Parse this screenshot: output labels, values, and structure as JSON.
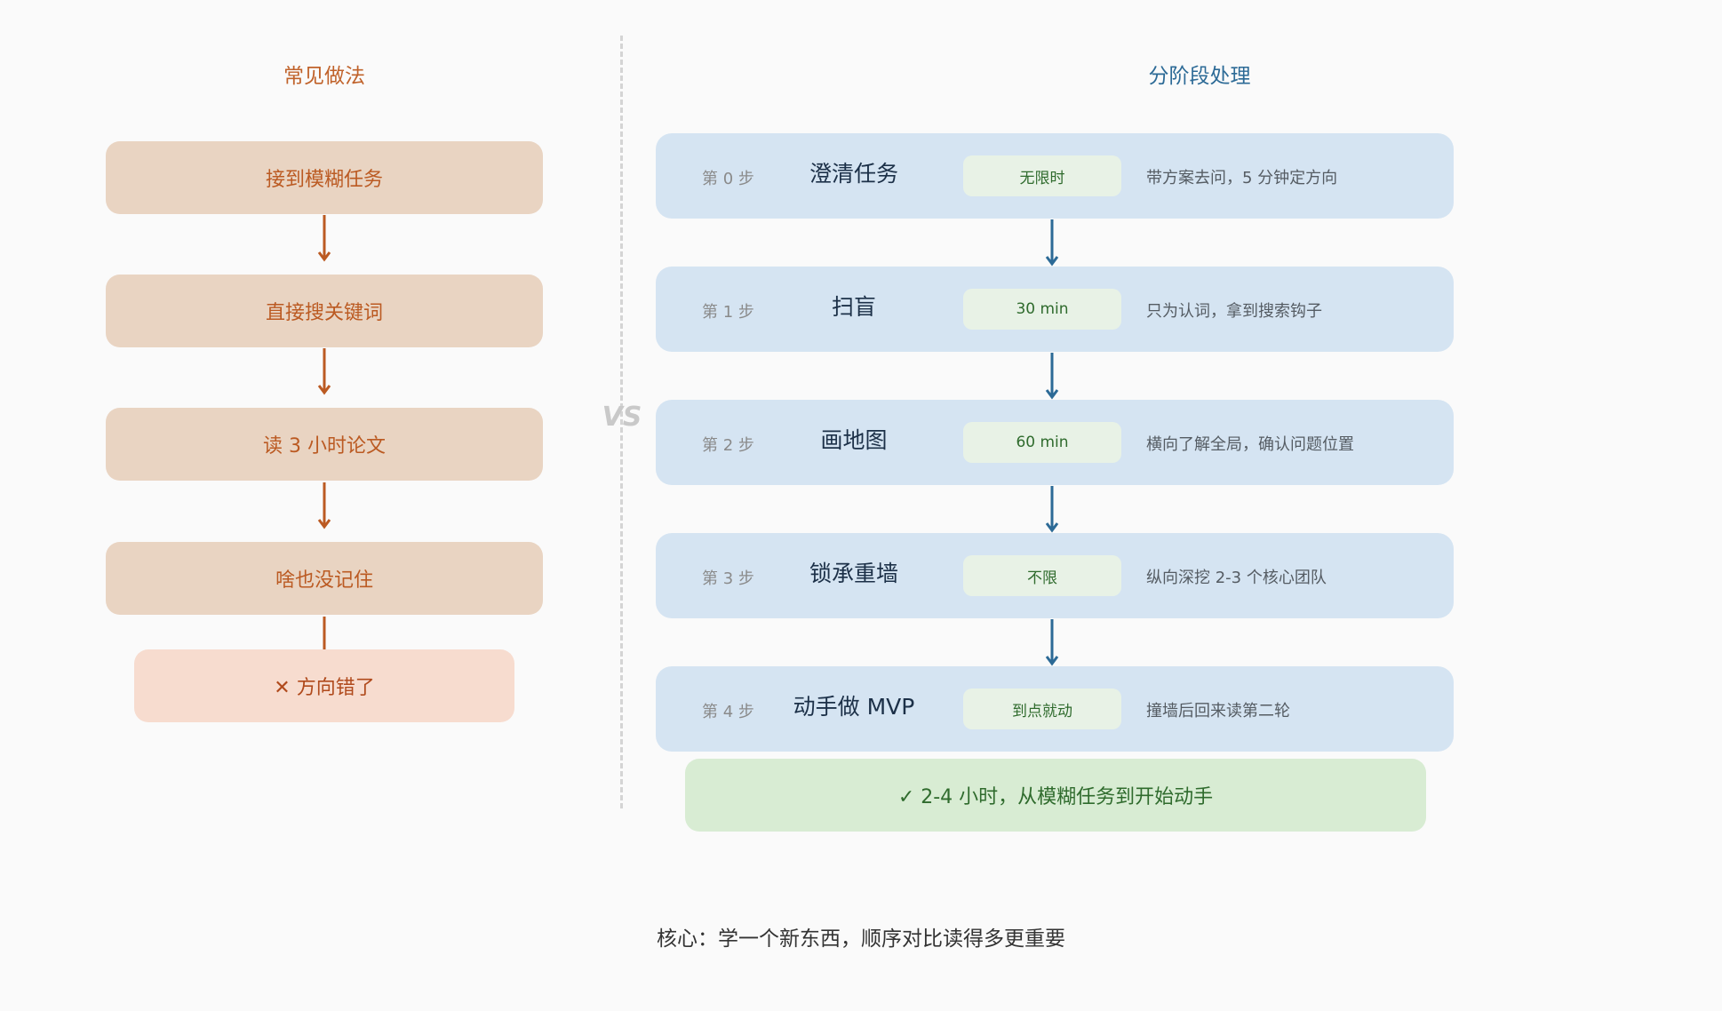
{
  "left": {
    "title": "常见做法",
    "steps": [
      "接到模糊任务",
      "直接搜关键词",
      "读 3 小时论文",
      "啥也没记住"
    ],
    "final": "✕ 方向错了"
  },
  "vs_label": "VS",
  "right": {
    "title": "分阶段处理",
    "steps": [
      {
        "num": "第 0 步",
        "name": "澄清任务",
        "time": "无限时",
        "desc": "带方案去问，5 分钟定方向"
      },
      {
        "num": "第 1 步",
        "name": "扫盲",
        "time": "30 min",
        "desc": "只为认词，拿到搜索钩子"
      },
      {
        "num": "第 2 步",
        "name": "画地图",
        "time": "60 min",
        "desc": "横向了解全局，确认问题位置"
      },
      {
        "num": "第 3 步",
        "name": "锁承重墙",
        "time": "不限",
        "desc": "纵向深挖 2-3 个核心团队"
      },
      {
        "num": "第 4 步",
        "name": "动手做 MVP",
        "time": "到点就动",
        "desc": "撞墙后回来读第二轮"
      }
    ],
    "result": "✓  2-4 小时，从模糊任务到开始动手"
  },
  "footer": "核心：学一个新东西，顺序对比读得多更重要",
  "colors": {
    "left_accent": "#bb5a22",
    "right_accent": "#2c6a96",
    "left_box": "#e9d4c2",
    "right_box": "#d5e4f2",
    "pill": "#e8f2e6",
    "result_box": "#d8ecd3"
  }
}
